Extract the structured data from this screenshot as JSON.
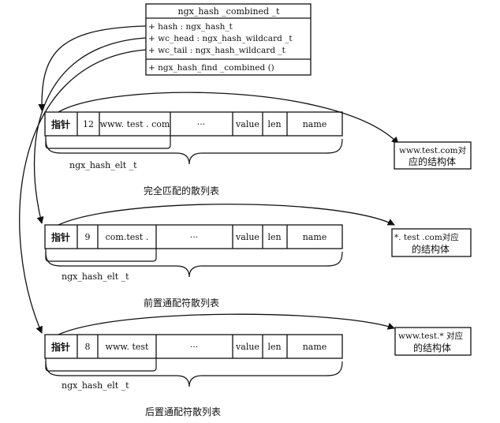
{
  "struct": {
    "title": "ngx_hash _combined _t",
    "fields": [
      "+ hash : ngx_hash_t",
      "+ wc_head : ngx_hash_wildcard _t",
      "+ wc_tail : ngx_hash_wildcard _t"
    ],
    "method": "+ ngx_hash_find _combined ()"
  },
  "tables": [
    {
      "pointer_label": "指针",
      "length": "12",
      "name_value": "www. test . com",
      "ellipsis": "···",
      "value_label": "value",
      "len_label": "len",
      "name_label": "name",
      "element_type": "ngx_hash_elt _t",
      "caption": "完全匹配的散列表",
      "target_lines": [
        "www.test.com对",
        "应的结构体"
      ]
    },
    {
      "pointer_label": "指针",
      "length": "9",
      "name_value": "com.test .",
      "ellipsis": "···",
      "value_label": "value",
      "len_label": "len",
      "name_label": "name",
      "element_type": "ngx_hash_elt _t",
      "caption": "前置通配符散列表",
      "target_lines": [
        "*. test .com对应",
        "的结构体"
      ]
    },
    {
      "pointer_label": "指针",
      "length": "8",
      "name_value": "www. test",
      "ellipsis": "···",
      "value_label": "value",
      "len_label": "len",
      "name_label": "name",
      "element_type": "ngx_hash_elt _t",
      "caption": "后置通配符散列表",
      "target_lines": [
        "www.test.* 对应",
        "的结构体"
      ]
    }
  ]
}
